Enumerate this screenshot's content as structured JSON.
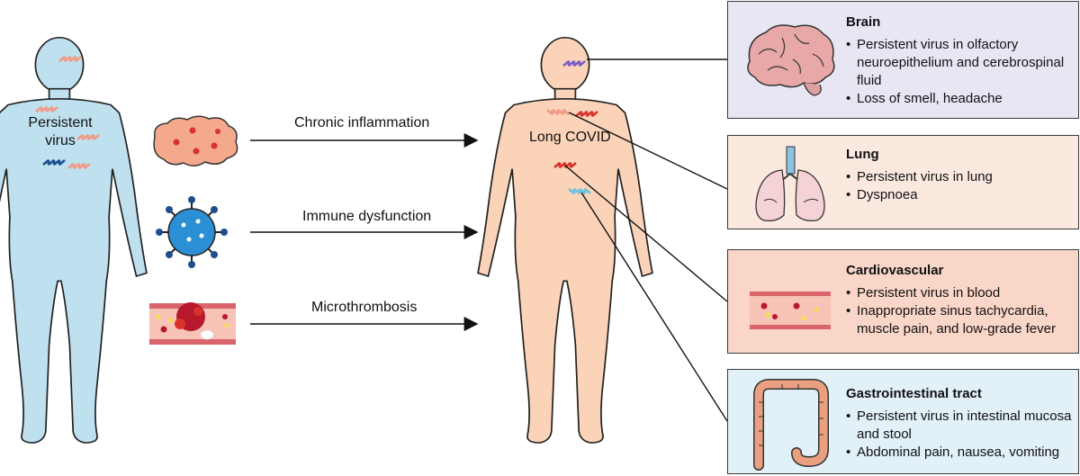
{
  "left_figure": {
    "label_line1": "Persistent",
    "label_line2": "virus"
  },
  "right_figure": {
    "label": "Long COVID"
  },
  "mechanisms": [
    {
      "label": "Chronic inflammation",
      "icon": "inflamed-tissue-icon"
    },
    {
      "label": "Immune dysfunction",
      "icon": "virus-particle-icon"
    },
    {
      "label": "Microthrombosis",
      "icon": "blood-vessel-clot-icon"
    }
  ],
  "organs": [
    {
      "title": "Brain",
      "bullets": [
        "Persistent virus in olfactory neuroepithelium and cerebrospinal fluid",
        "Loss of smell, headache"
      ],
      "fill": "#e9e6f4",
      "icon": "brain-icon"
    },
    {
      "title": "Lung",
      "bullets": [
        "Persistent virus in lung",
        "Dyspnoea"
      ],
      "fill": "#fbe9e0",
      "icon": "lungs-icon"
    },
    {
      "title": "Cardiovascular",
      "bullets": [
        "Persistent virus in blood",
        "Inappropriate sinus tachycardia, muscle pain, and low-grade fever"
      ],
      "fill": "#f9d6c8",
      "icon": "blood-vessel-icon"
    },
    {
      "title": "Gastrointestinal tract",
      "bullets": [
        "Persistent virus in intestinal mucosa and stool",
        "Abdominal pain, nausea, vomiting"
      ],
      "fill": "#e1f1f7",
      "icon": "intestine-icon"
    }
  ],
  "colors": {
    "left_body": "#bfe0ef",
    "right_body": "#fbd3b8",
    "virus_pink": "#ef9b85",
    "virus_red": "#d8332b",
    "virus_blue": "#1b4f8e",
    "virus_purple": "#7b5ec4",
    "virus_lightblue": "#6cc2e0"
  }
}
